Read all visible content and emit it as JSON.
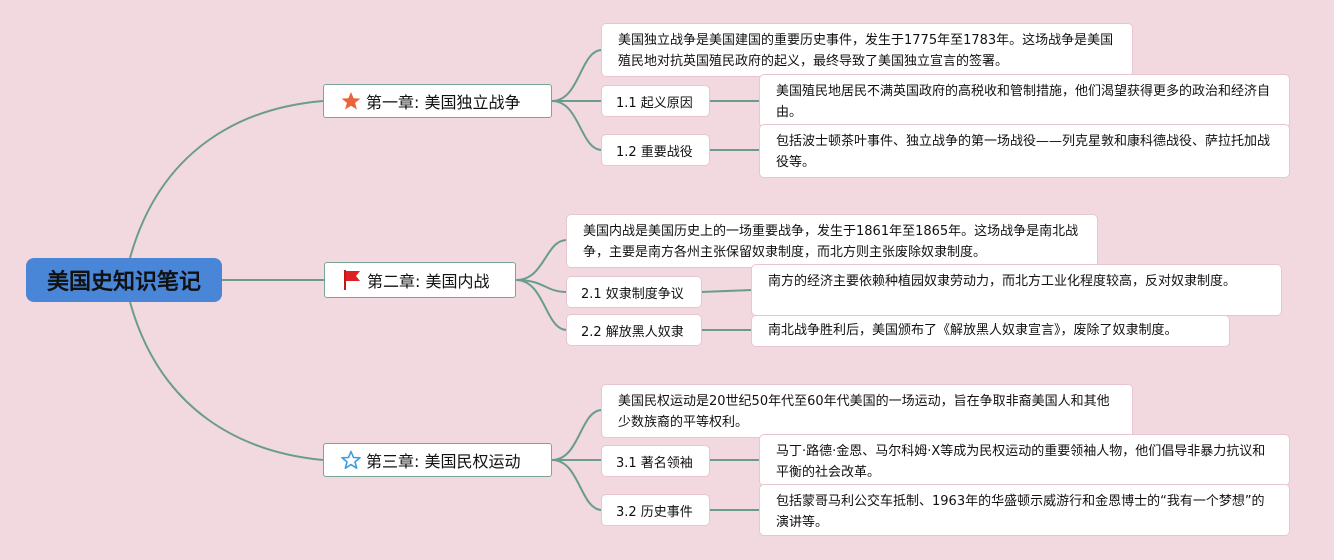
{
  "root": {
    "title": "美国史知识笔记"
  },
  "chapters": [
    {
      "title": "第一章: 美国独立战争",
      "icon": "orange-star-icon",
      "summary": "美国独立战争是美国建国的重要历史事件，发生于1775年至1783年。这场战争是美国殖民地对抗英国殖民政府的起义，最终导致了美国独立宣言的签署。",
      "topics": [
        {
          "label": "1.1 起义原因",
          "detail": "美国殖民地居民不满英国政府的高税收和管制措施，他们渴望获得更多的政治和经济自由。"
        },
        {
          "label": "1.2 重要战役",
          "detail": "包括波士顿茶叶事件、独立战争的第一场战役——列克星敦和康科德战役、萨拉托加战役等。"
        }
      ]
    },
    {
      "title": "第二章: 美国内战",
      "icon": "red-flag-icon",
      "summary": "美国内战是美国历史上的一场重要战争，发生于1861年至1865年。这场战争是南北战争，主要是南方各州主张保留奴隶制度，而北方则主张废除奴隶制度。",
      "topics": [
        {
          "label": "2.1 奴隶制度争议",
          "detail": "南方的经济主要依赖种植园奴隶劳动力，而北方工业化程度较高，反对奴隶制度。"
        },
        {
          "label": "2.2 解放黑人奴隶",
          "detail": "南北战争胜利后，美国颁布了《解放黑人奴隶宣言》，废除了奴隶制度。"
        }
      ]
    },
    {
      "title": "第三章: 美国民权运动",
      "icon": "blue-outline-star-icon",
      "summary": "美国民权运动是20世纪50年代至60年代美国的一场运动，旨在争取非裔美国人和其他少数族裔的平等权利。",
      "topics": [
        {
          "label": "3.1 著名领袖",
          "detail": "马丁·路德·金恩、马尔科姆·X等成为民权运动的重要领袖人物，他们倡导非暴力抗议和平衡的社会改革。"
        },
        {
          "label": "3.2 历史事件",
          "detail": "包括蒙哥马利公交车抵制、1963年的华盛顿示威游行和金恩博士的“我有一个梦想”的演讲等。"
        }
      ]
    }
  ],
  "colors": {
    "background": "#f2d9df",
    "root": "#4a86d8",
    "connector": "#6a9c8e",
    "star": "#e8643c",
    "flag": "#e02020",
    "outline_star": "#3a9ee0"
  }
}
